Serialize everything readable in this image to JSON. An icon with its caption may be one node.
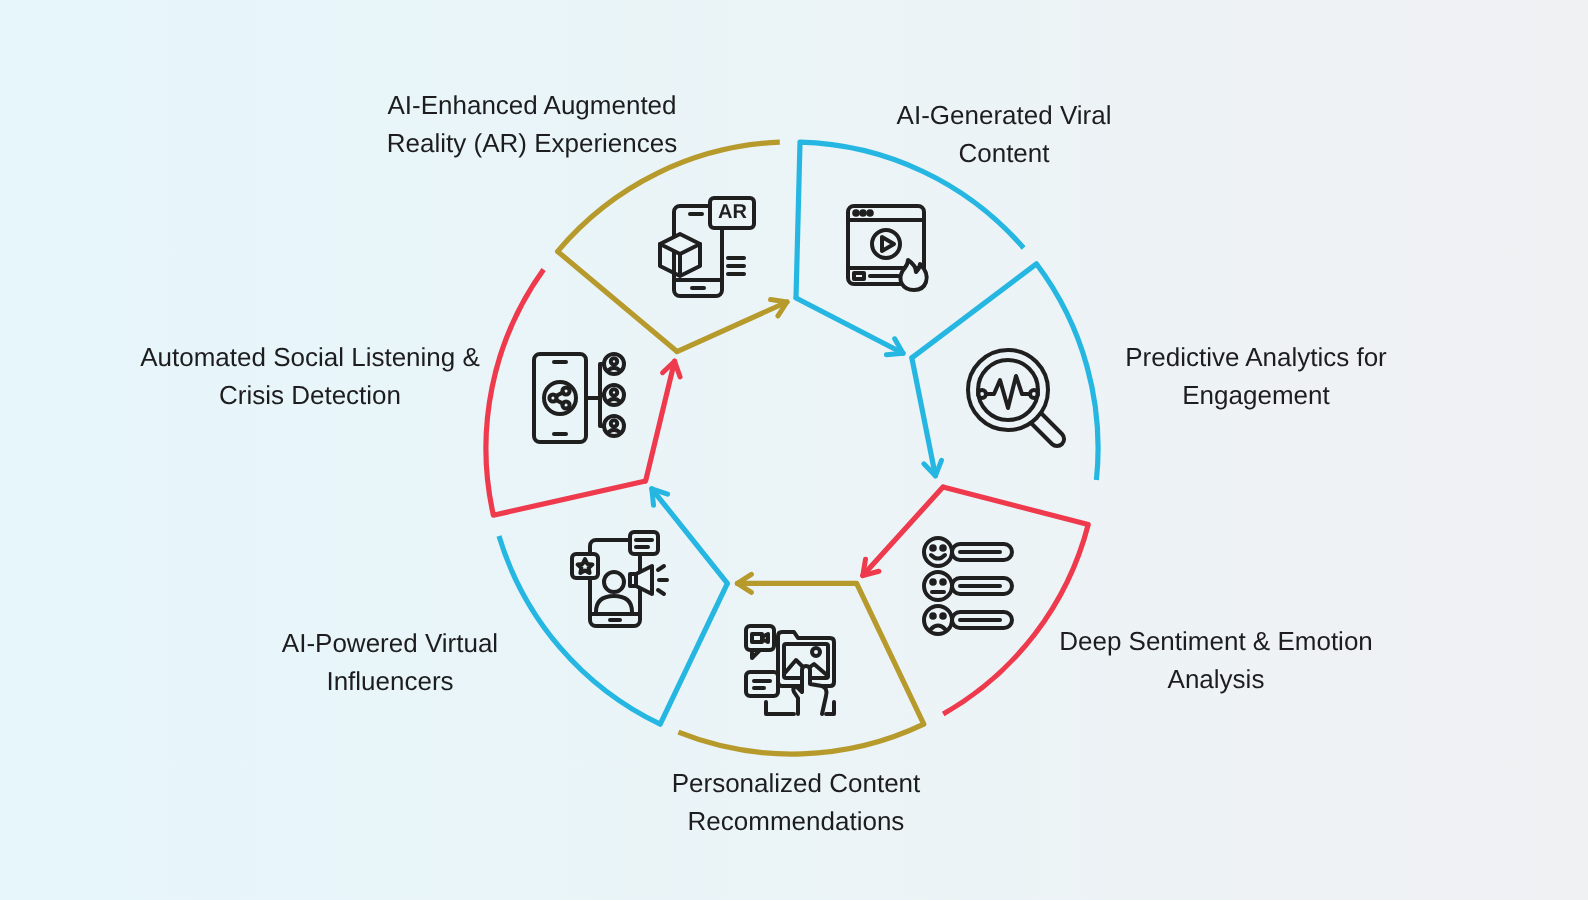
{
  "diagram": {
    "nodes": [
      {
        "text": [
          "AI-Enhanced Augmented Reality (AR) Experiences"
        ]
      },
      {
        "text": [
          "AI-Generated Viral Content"
        ]
      },
      {
        "text": [
          "Predictive Analytics for Engagement"
        ]
      },
      {
        "text": [
          "Deep Sentiment & Emotion Analysis"
        ]
      },
      {
        "text": [
          "Personalized Content Recommendations"
        ]
      },
      {
        "text": [
          "AI-Powered Virtual Influencers"
        ]
      },
      {
        "text": [
          "Automated Social Listening & Crisis Detection"
        ]
      }
    ],
    "edges": [
      {
        "from": 0,
        "to": 1,
        "arrow": "to",
        "color": "#b79a2c"
      },
      {
        "from": 1,
        "to": 2,
        "arrow": "to"
      },
      {
        "from": 2,
        "to": 3,
        "arrow": "to"
      },
      {
        "from": 3,
        "to": 4,
        "arrow": "to",
        "color": "#ee3a4c"
      },
      {
        "from": 4,
        "to": 5,
        "arrow": "to",
        "color": "#b79a2c"
      },
      {
        "from": 5,
        "to": 6,
        "arrow": "to"
      },
      {
        "from": 6,
        "to": 0,
        "arrow": "to",
        "color": "#ee3a4c"
      }
    ],
    "labels": [
      "AR"
    ]
  }
}
